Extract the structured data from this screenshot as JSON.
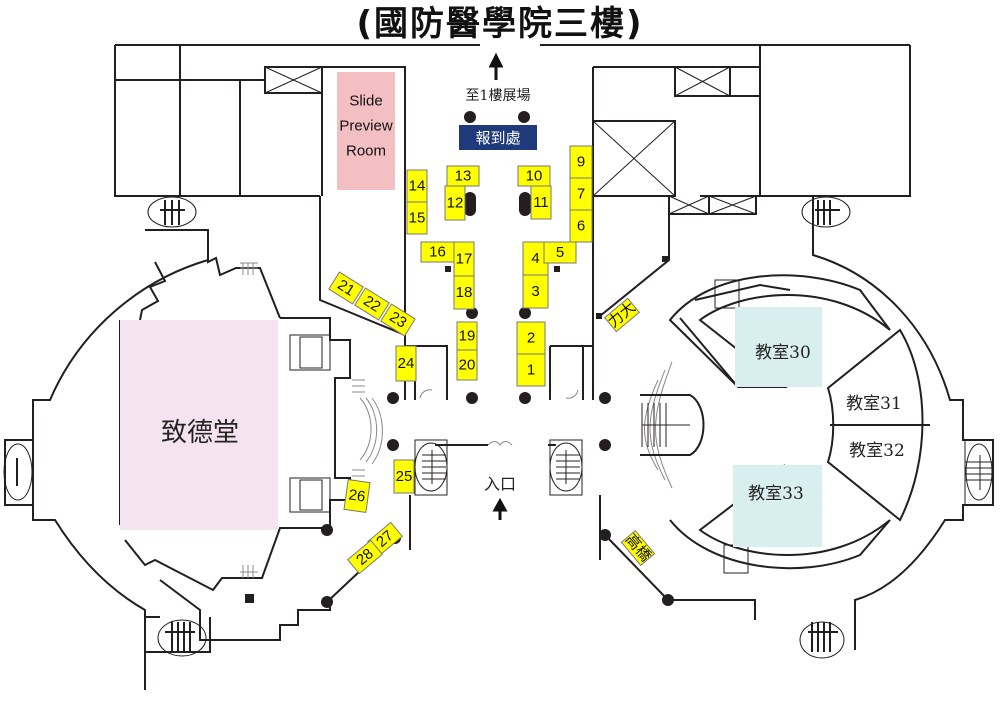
{
  "title": "(國防醫學院三樓)",
  "colors": {
    "booth": "#ffff00",
    "slide_room": "#f4bfc3",
    "auditorium": "#f5e4ef",
    "classroom": "#d9eeee",
    "registration": "#1f3a7a"
  },
  "labels": {
    "to_first_floor": "至1樓展場",
    "registration": "報到處",
    "slide_room": [
      "Slide",
      "Preview",
      "Room"
    ],
    "auditorium": "致德堂",
    "entrance": "入口",
    "classroom_30": "教室30",
    "classroom_31": "教室31",
    "classroom_32": "教室32",
    "classroom_33": "教室33"
  },
  "booths": [
    {
      "id": "1",
      "label": "1"
    },
    {
      "id": "2",
      "label": "2"
    },
    {
      "id": "3",
      "label": "3"
    },
    {
      "id": "4",
      "label": "4"
    },
    {
      "id": "5",
      "label": "5"
    },
    {
      "id": "6",
      "label": "6"
    },
    {
      "id": "7",
      "label": "7"
    },
    {
      "id": "9",
      "label": "9"
    },
    {
      "id": "10",
      "label": "10"
    },
    {
      "id": "11",
      "label": "11"
    },
    {
      "id": "12",
      "label": "12"
    },
    {
      "id": "13",
      "label": "13"
    },
    {
      "id": "14",
      "label": "14"
    },
    {
      "id": "15",
      "label": "15"
    },
    {
      "id": "16",
      "label": "16"
    },
    {
      "id": "17",
      "label": "17"
    },
    {
      "id": "18",
      "label": "18"
    },
    {
      "id": "19",
      "label": "19"
    },
    {
      "id": "20",
      "label": "20"
    },
    {
      "id": "21",
      "label": "21"
    },
    {
      "id": "22",
      "label": "22"
    },
    {
      "id": "23",
      "label": "23"
    },
    {
      "id": "24",
      "label": "24"
    },
    {
      "id": "25",
      "label": "25"
    },
    {
      "id": "26",
      "label": "26"
    },
    {
      "id": "27",
      "label": "27"
    },
    {
      "id": "28",
      "label": "28"
    },
    {
      "id": "lida",
      "label": "力大"
    },
    {
      "id": "gaoqiao",
      "label": "高橋"
    }
  ]
}
